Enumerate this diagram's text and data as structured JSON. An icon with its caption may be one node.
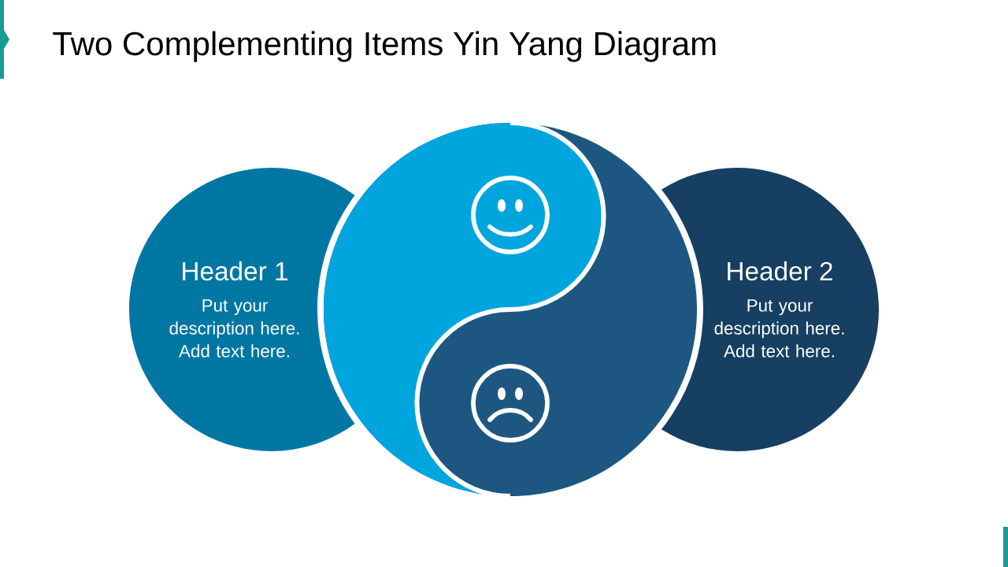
{
  "diagram": {
    "title": "Two Complementing Items Yin Yang Diagram",
    "nodes": [
      {
        "text": [
          "Header 1",
          "Put your description here. Add text here."
        ]
      },
      {
        "text": [
          "Header 2",
          "Put your description here. Add text here."
        ]
      }
    ]
  }
}
